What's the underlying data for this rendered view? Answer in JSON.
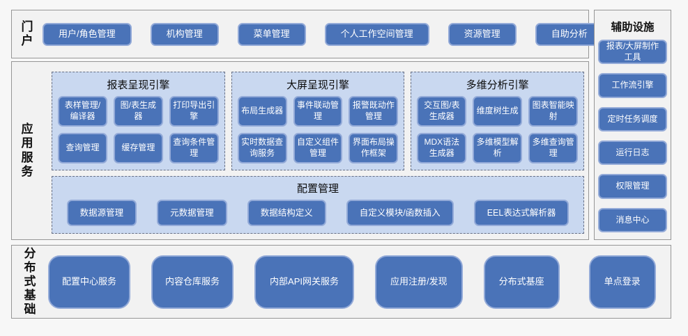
{
  "portal": {
    "label": "门户",
    "items": [
      "用户/角色管理",
      "机构管理",
      "菜单管理",
      "个人工作空间管理",
      "资源管理",
      "自助分析"
    ]
  },
  "app_services": {
    "label": "应用服务",
    "engines": [
      {
        "title": "报表呈现引擎",
        "items": [
          "表样管理/编译器",
          "图/表生成器",
          "打印导出引擎",
          "查询管理",
          "缓存管理",
          "查询条件管理"
        ]
      },
      {
        "title": "大屏呈现引擎",
        "items": [
          "布局生成器",
          "事件联动管理",
          "报警既动作管理",
          "实时数据查询服务",
          "自定义组件管理",
          "界面布局操作框架"
        ]
      },
      {
        "title": "多维分析引擎",
        "items": [
          "交互图/表生成器",
          "维度树生成",
          "图表智能映射",
          "MDX语法生成器",
          "多维模型解析",
          "多维查询管理"
        ]
      }
    ],
    "config": {
      "title": "配置管理",
      "items": [
        "数据源管理",
        "元数据管理",
        "数据结构定义",
        "自定义模块/函数插入",
        "EEL表达式解析器"
      ]
    }
  },
  "aux": {
    "title": "辅助设施",
    "items": [
      "报表/大屏制作工具",
      "工作流引擎",
      "定时任务调度",
      "运行日志",
      "权限管理",
      "消息中心"
    ]
  },
  "distributed": {
    "label": "分布式基础",
    "items": [
      "配置中心服务",
      "内容仓库服务",
      "内部API网关服务",
      "应用注册/发现",
      "分布式基座",
      "单点登录"
    ]
  },
  "colors": {
    "node_fill": "#4a73b8",
    "node_border": "#93aad8",
    "panel_fill": "#c9d8f0",
    "section_bg": "#f2f2f2",
    "node_text": "#ffffff"
  }
}
